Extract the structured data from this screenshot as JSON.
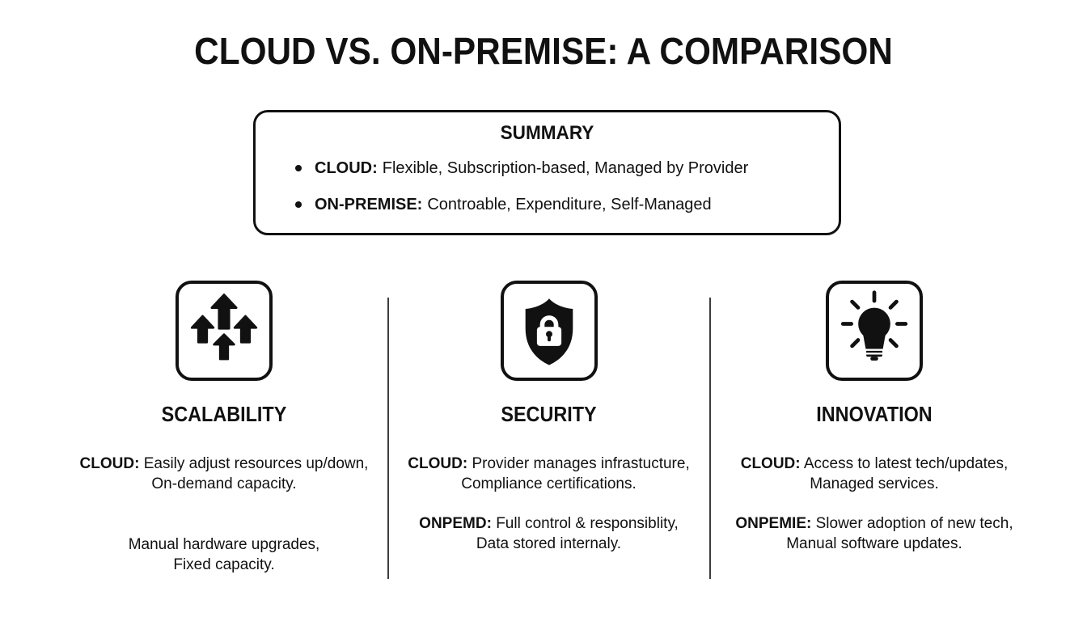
{
  "title": "CLOUD VS. ON-PREMISE: A COMPARISON",
  "summary": {
    "heading": "SUMMARY",
    "bullets": [
      {
        "label": "CLOUD:",
        "text": "Flexible, Subscription-based, Managed by Provider"
      },
      {
        "label": "ON-PREMISE:",
        "text": "Controable, Expenditure, Self-Managed"
      }
    ]
  },
  "columns": [
    {
      "heading": "SCALABILITY",
      "icon": "scalability-arrows-icon",
      "blocks": [
        {
          "label": "CLOUD:",
          "line1": "Easily adjust resources up/down,",
          "line2": "On-demand capacity."
        },
        {
          "label": "",
          "line1": "Manual hardware upgrades,",
          "line2": "Fixed capacity."
        }
      ]
    },
    {
      "heading": "SECURITY",
      "icon": "shield-lock-icon",
      "blocks": [
        {
          "label": "CLOUD:",
          "line1": "Provider manages infrastucture,",
          "line2": "Compliance certifications."
        },
        {
          "label": "ONPEMD:",
          "line1": "Full control & responsiblity,",
          "line2": "Data stored internaly."
        }
      ]
    },
    {
      "heading": "INNOVATION",
      "icon": "lightbulb-icon",
      "blocks": [
        {
          "label": "CLOUD:",
          "line1": "Access to latest tech/updates,",
          "line2": "Managed services."
        },
        {
          "label": "ONPEMIE:",
          "line1": "Slower adoption of new tech,",
          "line2": "Manual software updates."
        }
      ]
    }
  ],
  "colors": {
    "ink": "#111111",
    "divider": "#3d3d3d",
    "background": "#ffffff"
  }
}
